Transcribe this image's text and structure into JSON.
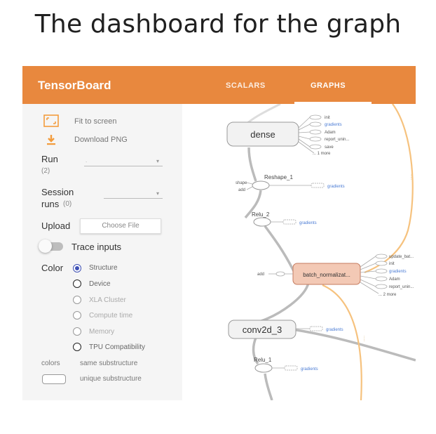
{
  "slide": {
    "title": "The dashboard for the graph"
  },
  "header": {
    "brand": "TensorBoard",
    "tabs": [
      {
        "label": "SCALARS"
      },
      {
        "label": "GRAPHS"
      }
    ],
    "active_tab": "GRAPHS",
    "accent_color": "#e8883e"
  },
  "sidebar": {
    "fit_to_screen": "Fit to screen",
    "download_png": "Download PNG",
    "run": {
      "label": "Run",
      "count": "(2)",
      "value": ""
    },
    "session_runs": {
      "label_line1": "Session",
      "label_line2": "runs",
      "count": "(0)",
      "value": ""
    },
    "upload": {
      "label": "Upload",
      "button": "Choose File"
    },
    "trace_inputs": {
      "label": "Trace inputs",
      "on": false
    },
    "color": {
      "label": "Color",
      "selected": "Structure",
      "options": [
        {
          "label": "Structure"
        },
        {
          "label": "Device"
        },
        {
          "label": "XLA Cluster"
        },
        {
          "label": "Compute time"
        },
        {
          "label": "Memory"
        },
        {
          "label": "TPU Compatibility"
        }
      ]
    },
    "colors_legend": {
      "label": "colors",
      "same": "same substructure",
      "unique": "unique substructure"
    }
  },
  "graph": {
    "dense": {
      "label": "dense",
      "outputs": [
        "init",
        "gradients",
        "Adam",
        "report_unin...",
        "save"
      ],
      "more": "... 1 more"
    },
    "reshape_1": {
      "label": "Reshape_1",
      "inputs": [
        "shape",
        "add"
      ],
      "output": "gradients"
    },
    "relu_2": {
      "label": "Relu_2",
      "output": "gradients"
    },
    "batch_norm": {
      "label": "batch_normalizat...",
      "input": "add",
      "outputs": [
        "update_bat...",
        "init",
        "gradients",
        "Adam",
        "report_unin..."
      ],
      "more": "... 2 more"
    },
    "conv2d_3": {
      "label": "conv2d_3",
      "output": "gradients"
    },
    "relu_1": {
      "label": "Relu_1",
      "output": "gradients"
    },
    "highlight_color": "#f6c27e",
    "batch_norm_fill": "#f3c9b5"
  }
}
